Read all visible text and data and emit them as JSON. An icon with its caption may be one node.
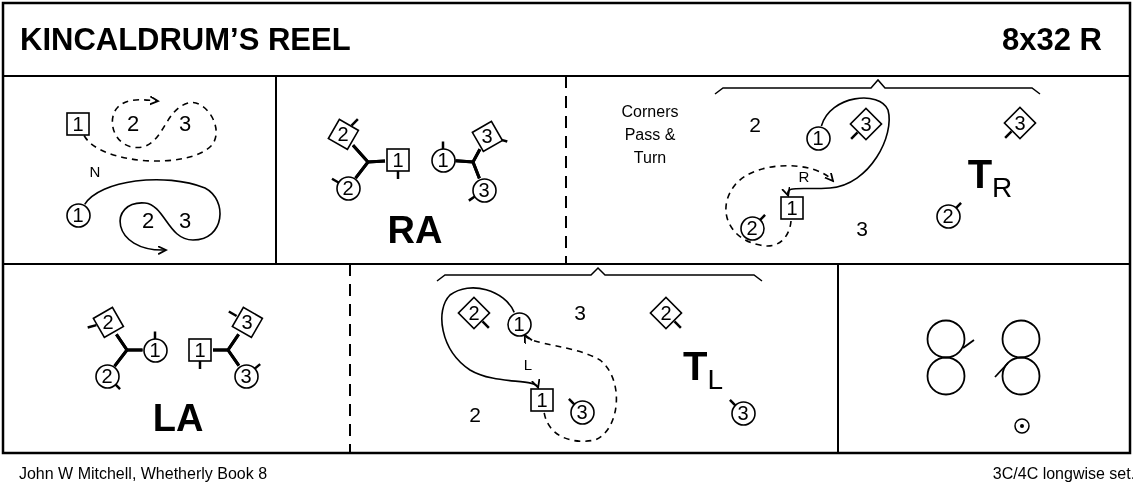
{
  "diagram": {
    "title": "KINCALDRUM’S REEL",
    "nodes": [
      {
        "text": [
          "1"
        ]
      },
      {
        "text": [
          "1"
        ]
      },
      {
        "text": [
          "2"
        ]
      },
      {
        "text": [
          "2"
        ]
      },
      {
        "text": [
          "1"
        ]
      },
      {
        "text": [
          "1"
        ]
      },
      {
        "text": [
          "3"
        ]
      },
      {
        "text": [
          "3"
        ]
      },
      {
        "text": [
          "1"
        ]
      },
      {
        "text": [
          "3"
        ]
      },
      {
        "text": [
          "3"
        ]
      },
      {
        "text": [
          "1"
        ]
      },
      {
        "text": [
          "2"
        ]
      },
      {
        "text": [
          "2"
        ]
      },
      {
        "text": [
          "2"
        ]
      },
      {
        "text": [
          "1"
        ]
      },
      {
        "text": [
          "1"
        ]
      },
      {
        "text": [
          "3"
        ]
      },
      {
        "text": [
          "2"
        ]
      },
      {
        "text": [
          "3"
        ]
      },
      {
        "text": [
          "2"
        ]
      },
      {
        "text": [
          "1"
        ]
      },
      {
        "text": [
          "2"
        ]
      },
      {
        "text": [
          "1"
        ]
      },
      {
        "text": [
          "3"
        ]
      },
      {
        "text": [
          "3"
        ]
      }
    ],
    "edges": [
      {
        "from": 0,
        "to": null,
        "arrow": "to",
        "style": "dashed"
      },
      {
        "from": 1,
        "to": null,
        "arrow": "to"
      },
      {
        "from": 2,
        "to": 3,
        "arrow": "none"
      },
      {
        "from": 2,
        "to": 4,
        "arrow": "none"
      },
      {
        "from": 3,
        "to": 4,
        "arrow": "none"
      },
      {
        "from": 5,
        "to": 6,
        "arrow": "none"
      },
      {
        "from": 5,
        "to": 7,
        "arrow": "none"
      },
      {
        "from": 6,
        "to": 7,
        "arrow": "none"
      },
      {
        "from": 8,
        "to": 11,
        "arrow": "to"
      },
      {
        "from": 11,
        "to": null,
        "arrow": "to",
        "style": "dashed"
      },
      {
        "from": 14,
        "to": 15,
        "arrow": "none"
      },
      {
        "from": 14,
        "to": 18,
        "arrow": "none"
      },
      {
        "from": 15,
        "to": 18,
        "arrow": "none"
      },
      {
        "from": 16,
        "to": 17,
        "arrow": "none"
      },
      {
        "from": 16,
        "to": 19,
        "arrow": "none"
      },
      {
        "from": 17,
        "to": 19,
        "arrow": "none"
      },
      {
        "from": 21,
        "to": 23,
        "arrow": "to"
      },
      {
        "from": 23,
        "to": 21,
        "arrow": "to",
        "style": "dashed"
      }
    ],
    "labels": [
      "8x32 R",
      "2",
      "3",
      "N",
      "2",
      "3",
      "RA",
      "Corners Pass & Turn",
      "2",
      "R",
      "T$_{R}$",
      "3",
      "LA",
      "3",
      "L",
      "T$_{L}$",
      "2",
      "John W Mitchell, Whetherly Book 8",
      "3C/4C longwise set."
    ]
  }
}
